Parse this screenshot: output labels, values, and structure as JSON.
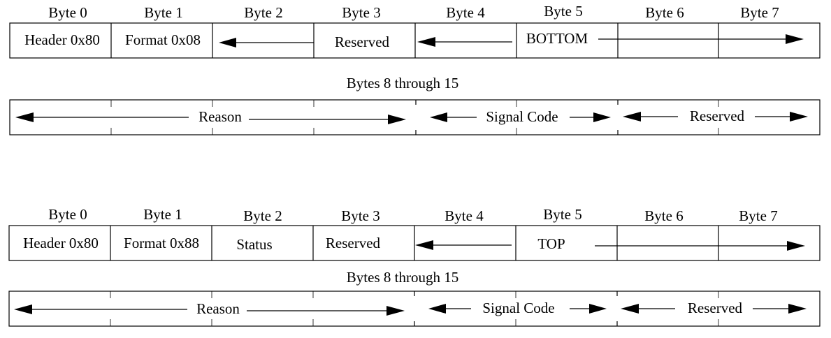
{
  "diagram": {
    "top_section": {
      "byte_headers": [
        "Byte 0",
        "Byte 1",
        "Byte 2",
        "Byte 3",
        "Byte 4",
        "Byte 5",
        "Byte 6",
        "Byte 7"
      ],
      "row1_fields": {
        "header": "Header 0x80",
        "format": "Format 0x08",
        "reserved": "Reserved",
        "bottom": "BOTTOM"
      },
      "bytes_label": "Bytes 8 through 15",
      "row2_fields": {
        "reason": "Reason",
        "signal_code": "Signal Code",
        "reserved": "Reserved"
      }
    },
    "bottom_section": {
      "byte_headers": [
        "Byte 0",
        "Byte 1",
        "Byte 2",
        "Byte 3",
        "Byte 4",
        "Byte 5",
        "Byte 6",
        "Byte 7"
      ],
      "row1_fields": {
        "header": "Header 0x80",
        "format": "Format 0x88",
        "status": "Status",
        "reserved": "Reserved",
        "top": "TOP"
      },
      "bytes_label": "Bytes 8 through 15",
      "row2_fields": {
        "reason": "Reason",
        "signal_code": "Signal Code",
        "reserved": "Reserved"
      }
    }
  }
}
